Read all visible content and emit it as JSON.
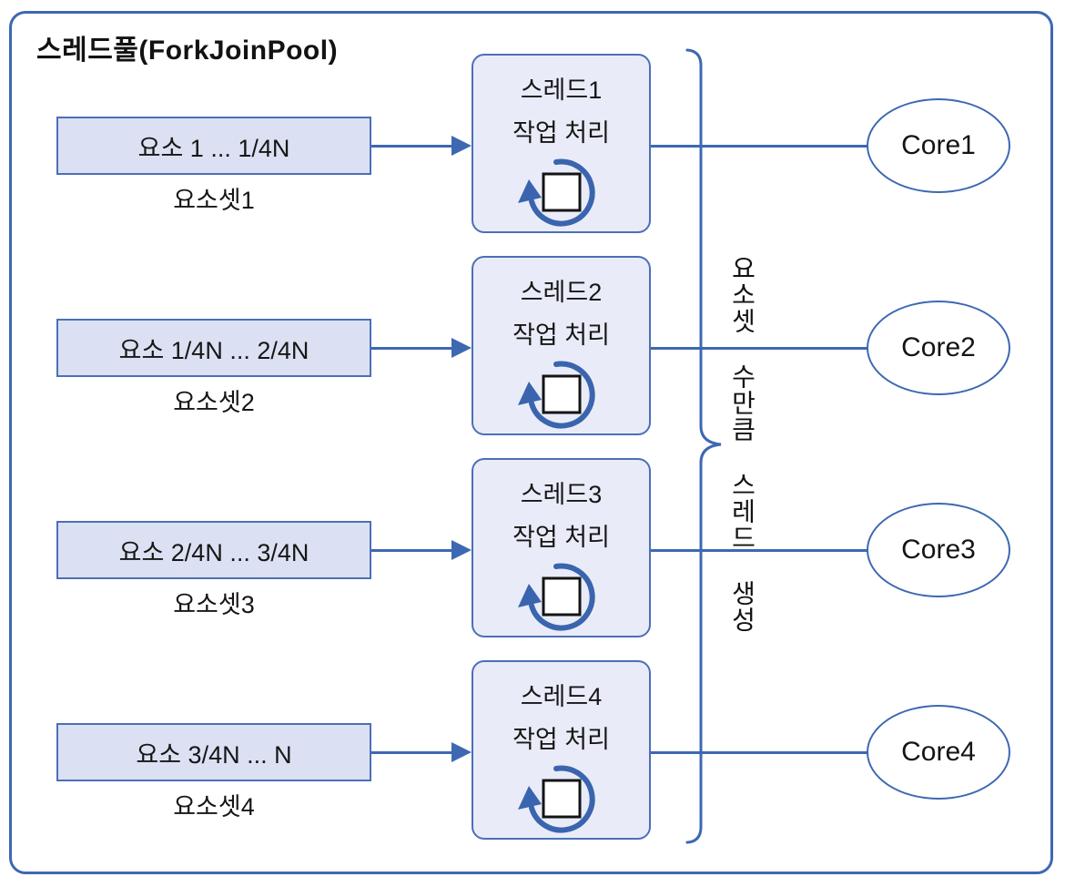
{
  "title": "스레드풀(ForkJoinPool)",
  "brace_annotation": "요소셋 수만큼 스레드 생성",
  "colors": {
    "line_blue": "#3d68b2",
    "element_box_fill": "#dbe1f3",
    "thread_box_fill": "#e9ecf8",
    "box_border": "#4c6fb8",
    "text": "#141414"
  },
  "rows": [
    {
      "element_range": "요소 1 ... 1/4N",
      "element_set": "요소셋1",
      "thread_name": "스레드1",
      "thread_task": "작업 처리",
      "core": "Core1"
    },
    {
      "element_range": "요소 1/4N ... 2/4N",
      "element_set": "요소셋2",
      "thread_name": "스레드2",
      "thread_task": "작업 처리",
      "core": "Core2"
    },
    {
      "element_range": "요소 2/4N ... 3/4N",
      "element_set": "요소셋3",
      "thread_name": "스레드3",
      "thread_task": "작업 처리",
      "core": "Core3"
    },
    {
      "element_range": "요소 3/4N ... N",
      "element_set": "요소셋4",
      "thread_name": "스레드4",
      "thread_task": "작업 처리",
      "core": "Core4"
    }
  ]
}
